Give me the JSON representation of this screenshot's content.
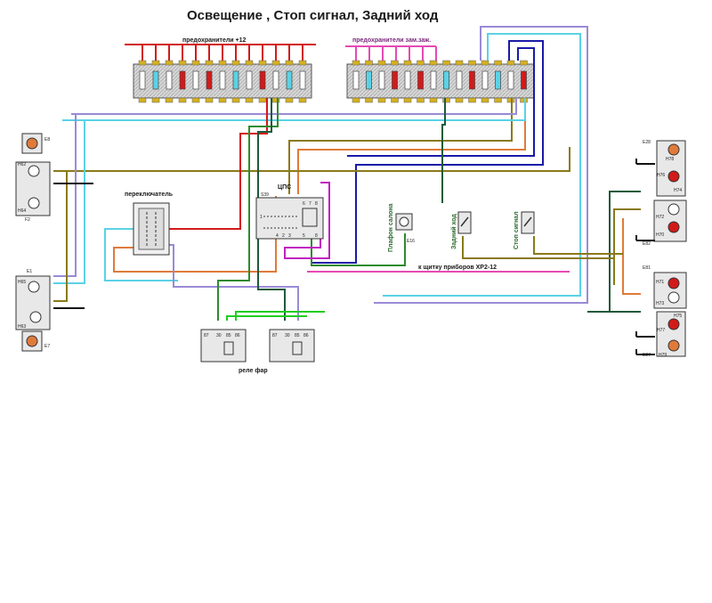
{
  "title": "Освещение , Стоп сигнал, Задний ход",
  "labels": {
    "fuses_plus12": "предохранители +12",
    "fuses_ignition": "предохранители зам.заж.",
    "switch": "переключатель",
    "cps": "ЦПС",
    "s39": "S39",
    "cabin_light": "Плафон салона",
    "reverse": "Задний ход",
    "stop": "Стоп сигнал",
    "dashboard": "к щитку приборов XP2-12",
    "headlight_relay": "реле фар"
  },
  "components": {
    "e8": "E8",
    "h62": "H62",
    "h64": "H64",
    "f2": "F2",
    "e1": "E1",
    "h65": "H65",
    "h63": "H63",
    "e7": "E7",
    "e16": "E16",
    "e28": "E28",
    "h78": "H78",
    "h76": "H76",
    "h74": "H74",
    "h72": "H72",
    "h70": "H70",
    "e82": "E82",
    "e81": "E81",
    "h71": "H71",
    "h73": "H73",
    "h75": "H75",
    "h77": "H77",
    "e27": "E27",
    "h79": "H79"
  },
  "cps_pins": {
    "p6": "6",
    "p7": "7",
    "p8": "8",
    "p1": "1",
    "p4": "4",
    "p2": "2",
    "p3": "3",
    "p5": "5",
    "p9": "8"
  },
  "relay_pins": [
    "87",
    "30",
    "85",
    "86"
  ],
  "colors": {
    "red": "#d21a1a",
    "green": "#2e8b2e",
    "brightgreen": "#22cc22",
    "blue": "#1a1aa8",
    "lightblue": "#5ad2e6",
    "lavender": "#9a8ad6",
    "pink": "#e64ab4",
    "magenta": "#c020c0",
    "orange": "#e07a3a",
    "olive": "#8a7a1a",
    "darkgreen": "#1e5a3a",
    "black": "#111111"
  }
}
